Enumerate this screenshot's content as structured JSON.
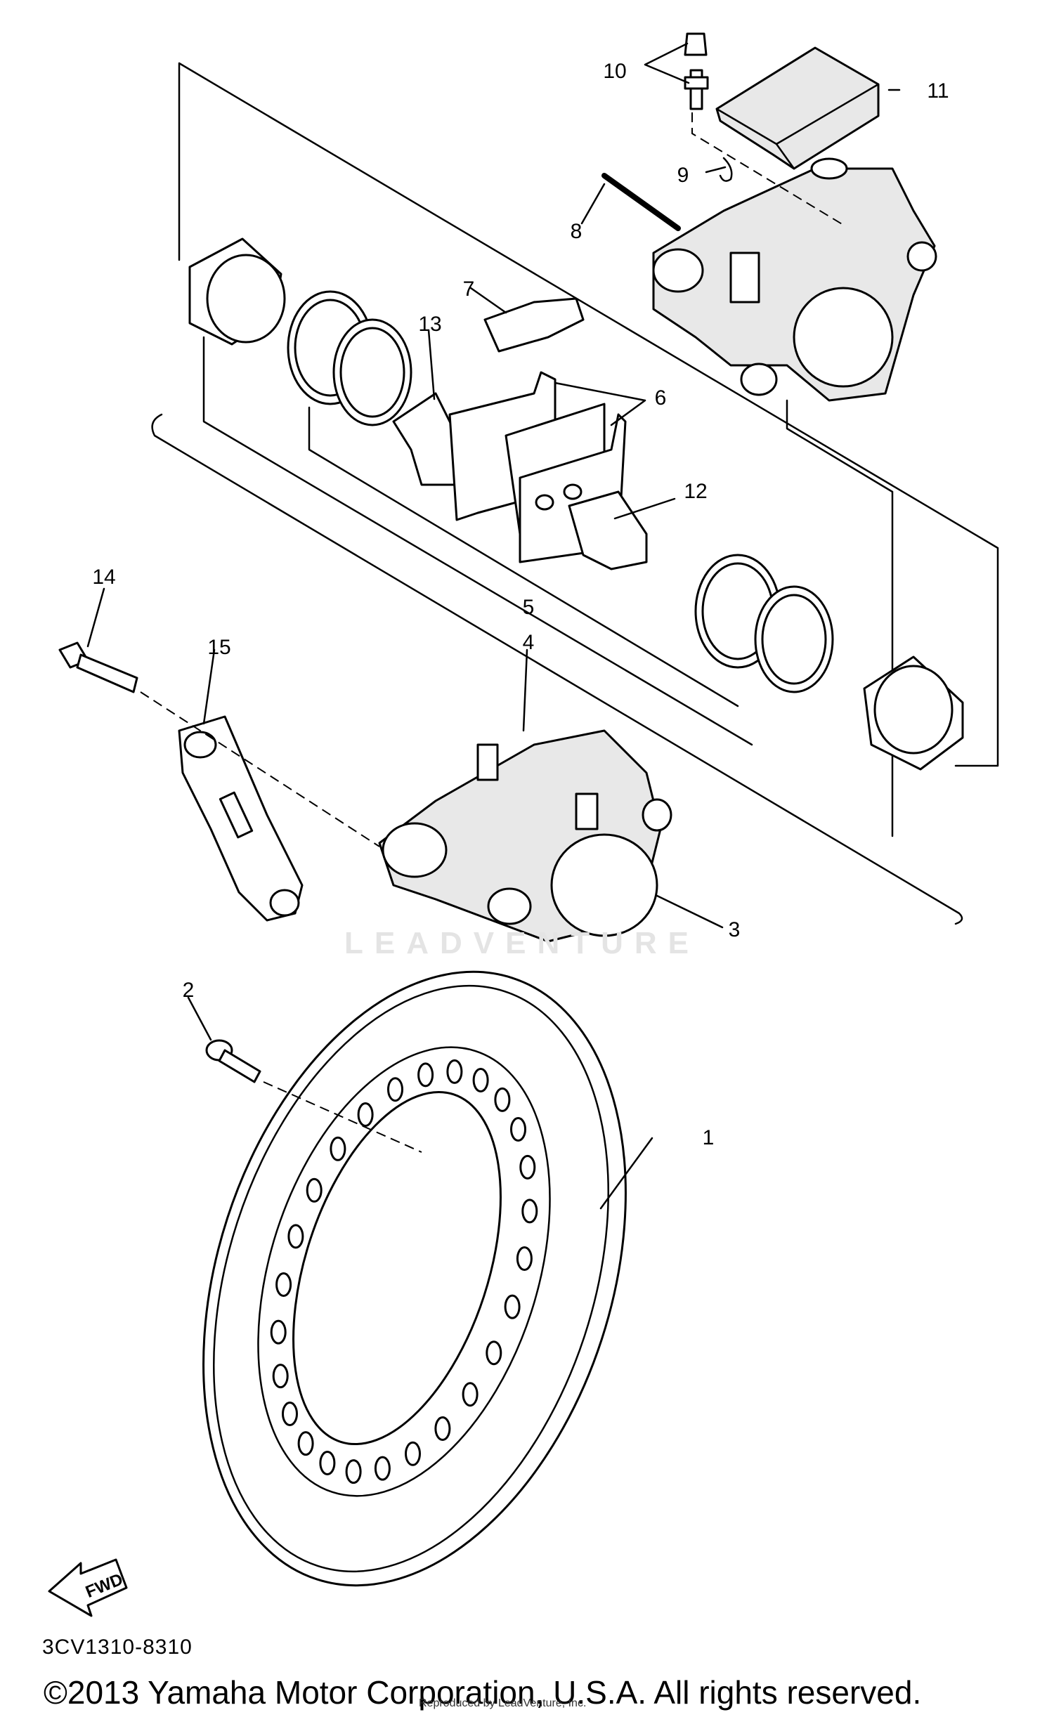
{
  "diagram": {
    "callouts": [
      "1",
      "2",
      "3",
      "4",
      "5",
      "6",
      "7",
      "8",
      "9",
      "10",
      "11",
      "12",
      "13",
      "14",
      "15"
    ],
    "fwd_label": "FWD",
    "diagram_code": "3CV1310-8310",
    "watermark": "LEADVENTURE",
    "copyright": "©2013 Yamaha Motor Corporation, U.S.A. All rights reserved.",
    "reproduced_by": "Reproduced by LeadVenture, Inc."
  }
}
